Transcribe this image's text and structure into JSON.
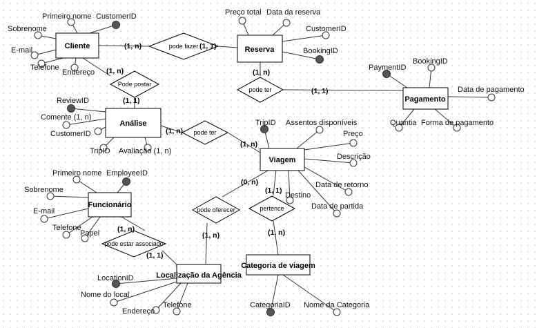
{
  "colors": {
    "key_fill": "#555555",
    "attr_fill": "#ffffff"
  },
  "entities": {
    "cliente": "Cliente",
    "reserva": "Reserva",
    "pagamento": "Pagamento",
    "analise": "Análise",
    "viagem": "Viagem",
    "funcionario": "Funcionário",
    "localizacao": "Localização da Agência",
    "categoria": "Categoria de viagem"
  },
  "relationships": {
    "pode_fazer": "pode fazer",
    "pode_postar": "Pode postar",
    "pode_ter_reserva": "pode ter",
    "pode_ter_analise": "pode ter",
    "pode_oferecer": "pode oferecer",
    "pertence": "pertence",
    "pode_estar_associado": "pode estar associado"
  },
  "cardinalities": {
    "cliente_fazer": "(1, n)",
    "reserva_fazer": "(1, 1)",
    "cliente_postar": "(1, n)",
    "analise_postar": "(1, 1)",
    "reserva_ter": "(1, n)",
    "pagamento_ter": "(1, 1)",
    "analise_ter": "(1, n)",
    "viagem_ter": "(1, n)",
    "viagem_oferecer": "(0, n)",
    "viagem_pertence": "(1, 1)",
    "localizacao_oferecer": "(1, n)",
    "categoria_pertence": "(1, n)",
    "funcionario_associado": "(1, n)",
    "localizacao_associado": "(1, 1)"
  },
  "attributes": {
    "cliente_primeiro_nome": "Primeiro nome",
    "cliente_customer_id": "CustomerID",
    "cliente_sobrenome": "Sobrenome",
    "cliente_email": "E-mail",
    "cliente_telefone": "Telefone",
    "cliente_endereco": "Endereço",
    "reserva_preco_total": "Preço total",
    "reserva_data": "Data da reserva",
    "reserva_customer_id": "CustomerID",
    "reserva_booking_id": "BookingID",
    "pagamento_payment_id": "PaymentID",
    "pagamento_booking_id": "BookingID",
    "pagamento_data": "Data de pagamento",
    "pagamento_quantia": "Quantia",
    "pagamento_forma": "Forma de pagamento",
    "analise_review_id": "ReviewID",
    "analise_comente": "Comente (1, n)",
    "analise_customer_id": "CustomerID",
    "analise_trip_id": "TripID",
    "analise_avaliacao": "Avaliação (1, n)",
    "viagem_trip_id": "TripID",
    "viagem_assentos": "Assentos disponíveis",
    "viagem_preco": "Preço",
    "viagem_descricao": "Descrição",
    "viagem_data_retorno": "Data de retorno",
    "viagem_destino": "Destino",
    "viagem_data_partida": "Data de partida",
    "func_primeiro_nome": "Primeiro nome",
    "func_employee_id": "EmployeeID",
    "func_sobrenome": "Sobrenome",
    "func_email": "E-mail",
    "func_telefone": "Telefone",
    "func_papel": "Papel",
    "loc_location_id": "LocationID",
    "loc_nome_local": "Nome do local",
    "loc_endereco": "Endereço",
    "loc_telefone": "Telefone",
    "cat_categoria_id": "CategoriaID",
    "cat_nome": "Nome da Categoria"
  }
}
